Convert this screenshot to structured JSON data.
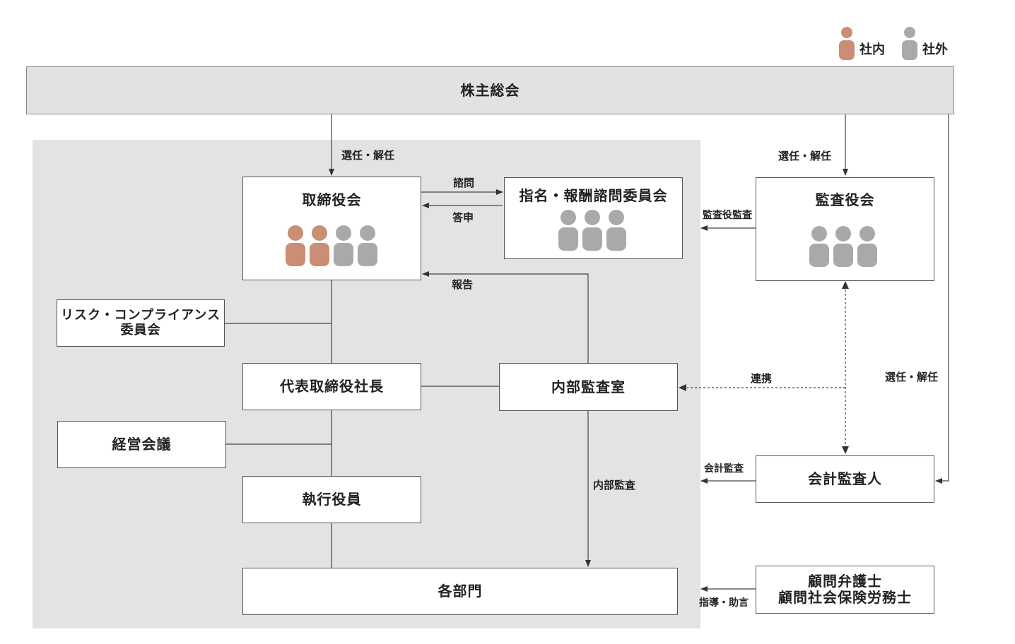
{
  "colors": {
    "internal": "#c98e75",
    "external": "#a9a9a9",
    "panel": "#e3e3e3",
    "header": "#e2e2e2"
  },
  "legend": {
    "internal_label": "社内",
    "external_label": "社外"
  },
  "nodes": {
    "shareholders": "株主総会",
    "board": "取締役会",
    "nomination_committee": "指名・報酬諮問委員会",
    "audit_board": "監査役会",
    "risk_committee_line1": "リスク・コンプライアンス",
    "risk_committee_line2": "委員会",
    "president": "代表取締役社長",
    "internal_audit_office": "内部監査室",
    "management_meeting": "経営会議",
    "accounting_auditor": "会計監査人",
    "executive_officers": "執行役員",
    "departments": "各部門",
    "advisors_line1": "顧問弁護士",
    "advisors_line2": "顧問社会保険労務士"
  },
  "members": {
    "board": {
      "internal": 2,
      "external": 2
    },
    "nomination_committee": {
      "internal": 0,
      "external": 3
    },
    "audit_board": {
      "internal": 0,
      "external": 3
    }
  },
  "edge_labels": {
    "elect_board": "選任・解任",
    "elect_audit_board": "選任・解任",
    "elect_accounting_auditor": "選任・解任",
    "consult": "諮問",
    "report_back": "答申",
    "audit_board_audit": "監査役監査",
    "report": "報告",
    "cooperation": "連携",
    "internal_audit": "内部監査",
    "accounting_audit": "会計監査",
    "guidance": "指導・助言"
  }
}
